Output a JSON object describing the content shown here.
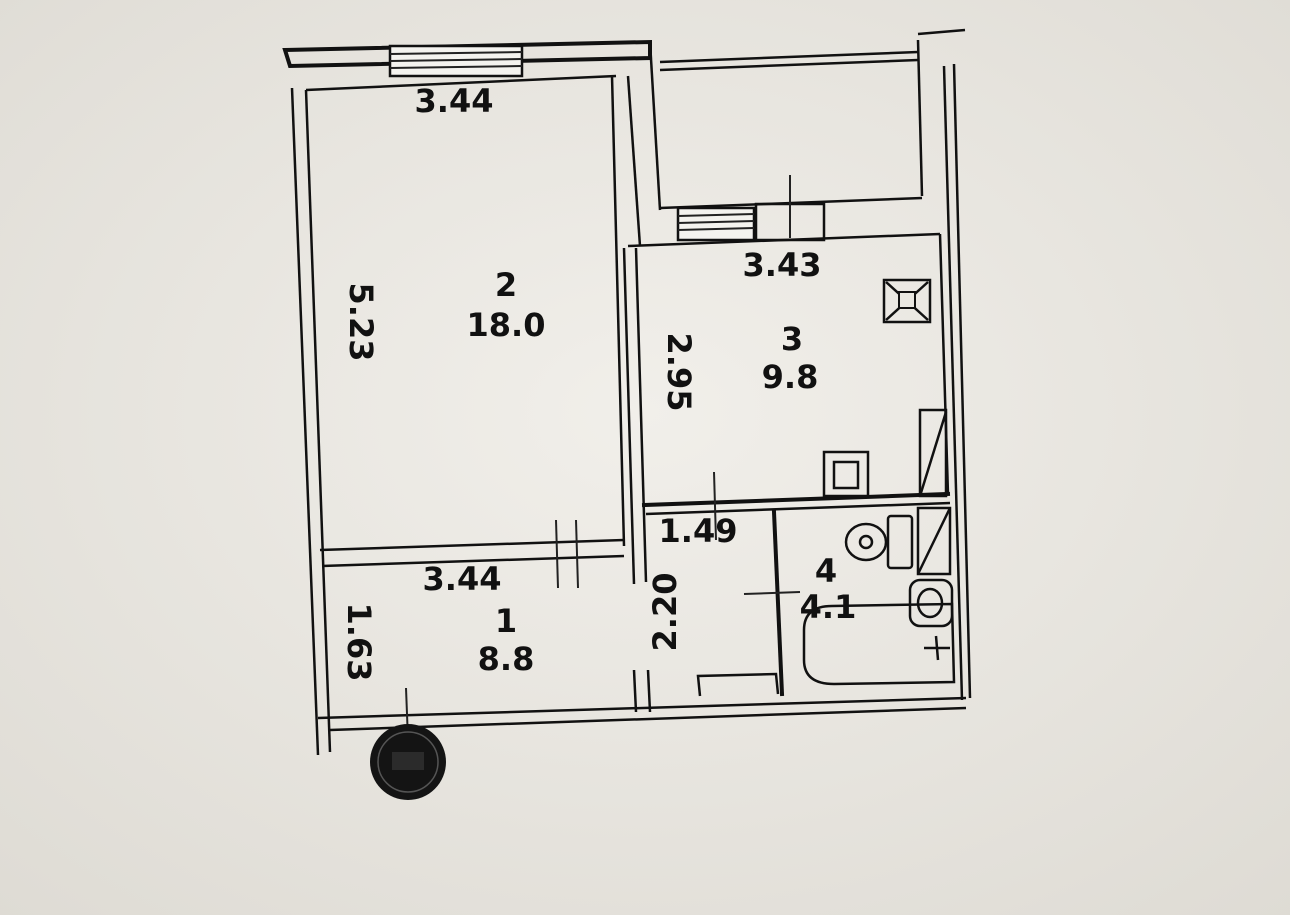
{
  "plan": {
    "rooms": [
      {
        "number": "1",
        "area": "8.8"
      },
      {
        "number": "2",
        "area": "18.0"
      },
      {
        "number": "3",
        "area": "9.8"
      },
      {
        "number": "4",
        "area": "4.1"
      }
    ],
    "dimensions": {
      "room2_width": "3.44",
      "room2_length": "5.23",
      "room3_width": "3.43",
      "room3_length": "2.95",
      "room1_width": "3.44",
      "room1_length": "1.63",
      "hall_width": "1.49",
      "hall_length": "2.20"
    }
  }
}
